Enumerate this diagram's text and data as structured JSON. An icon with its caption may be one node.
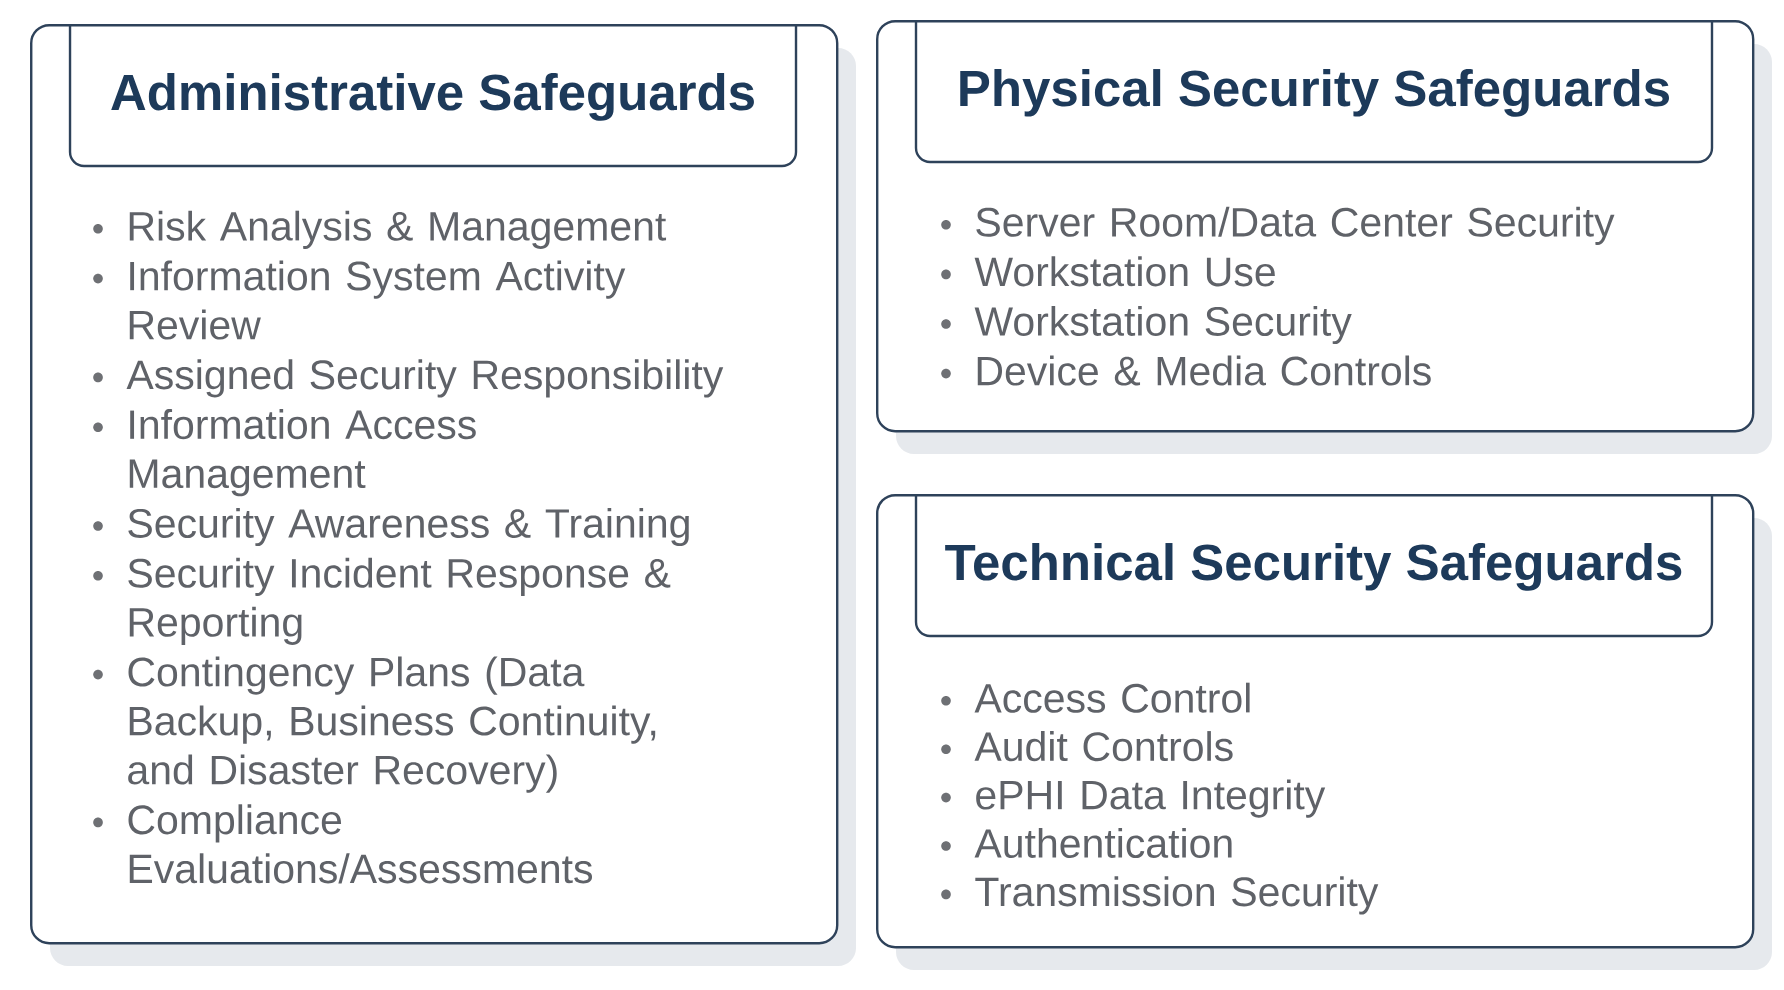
{
  "diagram": {
    "nodes": [
      {
        "text": [
          "Risk Analysis & Management",
          "Information System Activity Review",
          "Assigned Security Responsibility",
          "Information Access Management",
          "Security Awareness & Training",
          "Security Incident Response & Reporting",
          "Contingency Plans (Data Backup, Business Continuity, and Disaster Recovery)",
          "Compliance Evaluations/Assessments"
        ]
      },
      {
        "text": [
          "Administrative Safeguards"
        ],
        "in": 0
      },
      {
        "text": [
          "Server Room/Data Center Security",
          "Workstation Use",
          "Workstation Security",
          "Device & Media Controls"
        ]
      },
      {
        "text": [
          "Physical Security Safeguards"
        ],
        "in": 2
      },
      {
        "text": [
          "Access Control",
          "Audit Controls",
          "ePHI Data Integrity",
          "Authentication",
          "Transmission Security"
        ]
      },
      {
        "text": [
          "Technical Security Safeguards"
        ],
        "in": 4
      }
    ]
  }
}
